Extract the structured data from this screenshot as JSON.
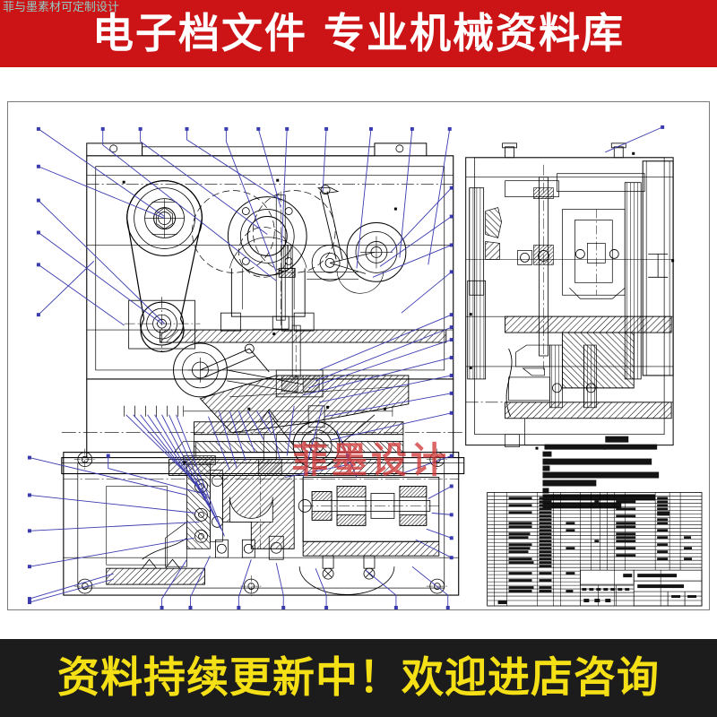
{
  "top_banner": {
    "title": "电子档文件  专业机械资料库",
    "bg_color": "#cc1417",
    "text_color": "#ffffff",
    "corner_watermark": "菲与墨素材可定制设计",
    "corner_watermark_color": "#8fd6cf"
  },
  "bottom_banner": {
    "title": "资料持续更新中！欢迎进店咨询",
    "bg_color": "#1c1c1c",
    "text_color": "#f5e016"
  },
  "drawing": {
    "type": "mechanical-assembly-cad-drawing",
    "sheet_border_color": "#7b7b7b",
    "line_color": "#000000",
    "leader_color": "#3b3bb0",
    "hatch_color": "#000000",
    "center_watermark": "菲墨设计",
    "center_watermark_color": "#d23b3b",
    "views": [
      {
        "name": "front-elevation-view",
        "position": "top-left"
      },
      {
        "name": "side-elevation-section-view",
        "position": "top-right"
      },
      {
        "name": "plan-section-view",
        "position": "bottom-left"
      },
      {
        "name": "technical-notes-block",
        "position": "middle-right"
      },
      {
        "name": "bill-of-materials-title-block",
        "position": "bottom-right"
      }
    ],
    "notes_block": {
      "line_count": 6,
      "legible": false
    },
    "title_block": {
      "rows": 30,
      "columns": 12,
      "legible": false
    }
  }
}
